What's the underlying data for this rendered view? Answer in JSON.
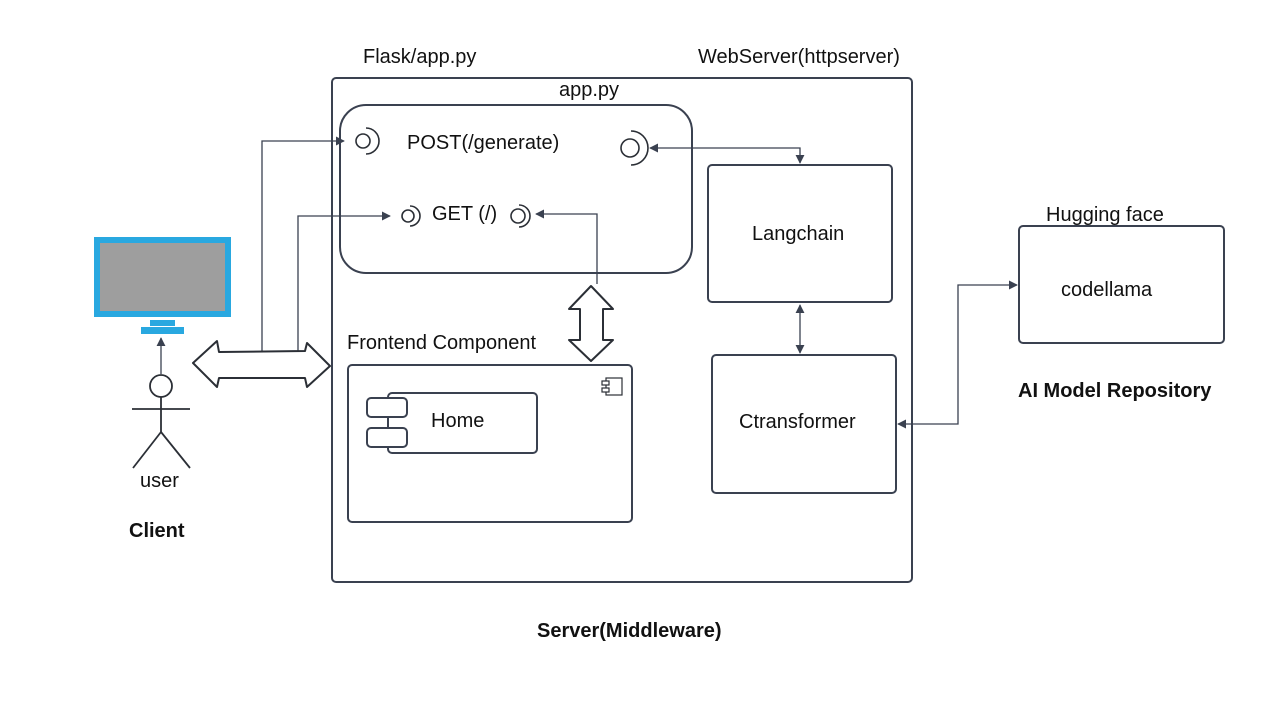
{
  "labels": {
    "flask": "Flask/app.py",
    "webserver": "WebServer(httpserver)",
    "app_py": "app.py",
    "post": "POST(/generate)",
    "get": "GET (/)",
    "langchain": "Langchain",
    "hugging_face": "Hugging face",
    "codellama": "codellama",
    "frontend": "Frontend Component",
    "home": "Home",
    "ctransformer": "Ctransformer",
    "ai_repo": "AI Model Repository",
    "user": "user",
    "client": "Client",
    "server": "Server(Middleware)"
  },
  "colors": {
    "monitor_frame": "#29a8e0",
    "monitor_screen": "#9e9e9e",
    "line": "#3a4150"
  },
  "icons": {
    "monitor": "desktop-monitor-icon",
    "actor": "stick-figure-actor-icon",
    "component": "uml-component-icon"
  }
}
